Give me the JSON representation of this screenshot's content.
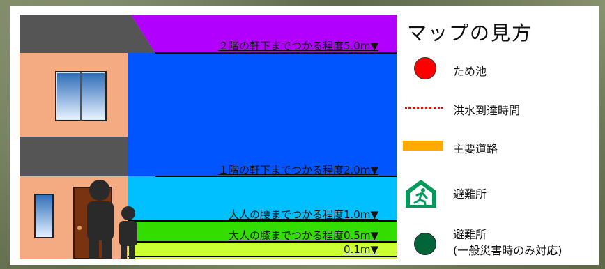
{
  "levels": [
    {
      "label": "２階の軒下までつかる程度5.0m▼",
      "color": "#b200ff"
    },
    {
      "label": "１階の軒下までつかる程度2.0m▼",
      "color": "#0055ff"
    },
    {
      "label": "大人の腰までつかる程度1.0m▼",
      "color": "#00c0ff"
    },
    {
      "label": "大人の膝までつかる程度0.5m▼",
      "color": "#33dd00"
    },
    {
      "label": "0.1m▼",
      "color": "#ccff33"
    }
  ],
  "legend": {
    "title": "マップの見方",
    "items": [
      {
        "icon": "red-circle-icon",
        "label": "ため池"
      },
      {
        "icon": "red-dotted-line-icon",
        "label": "洪水到達時間"
      },
      {
        "icon": "orange-bar-icon",
        "label": "主要道路"
      },
      {
        "icon": "evacuation-shelter-icon",
        "label": "避難所"
      },
      {
        "icon": "green-circle-icon",
        "label_line1": "避難所",
        "label_line2": "(一般災害時のみ対応)"
      }
    ]
  },
  "colors": {
    "red": "#ff0000",
    "orange": "#ffaa00",
    "green": "#00663a",
    "shelter_green": "#009b5a"
  }
}
